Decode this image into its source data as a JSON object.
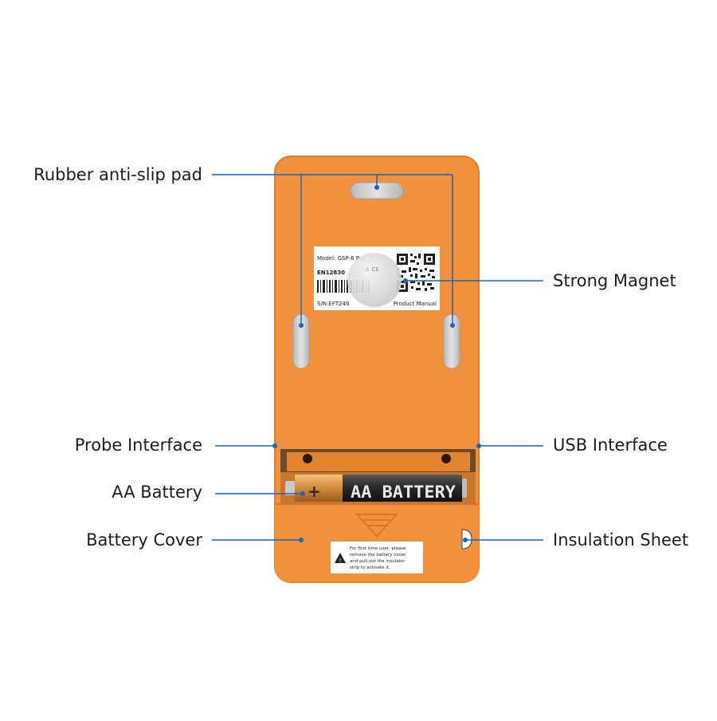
{
  "callouts": {
    "rubber_pad": "Rubber anti-slip pad",
    "strong_magnet": "Strong Magnet",
    "probe_interface": "Probe Interface",
    "usb_interface": "USB Interface",
    "aa_battery": "AA Battery",
    "battery_cover": "Battery Cover",
    "insulation_sheet": "Insulation Sheet"
  },
  "product_label": {
    "model": "Model: GSP-6 Pro",
    "standard": "EN12830",
    "serial": "S/N:EFT249",
    "manual": "Product Manual"
  },
  "battery": {
    "plus": "+",
    "text": "AA BATTERY"
  },
  "warning_sticker": {
    "lines": [
      "For first time user, please",
      "remove the battery cover",
      "and pull out the insulator",
      "strip to activate it."
    ]
  },
  "colors": {
    "device_orange": "#f1913c",
    "device_shadow": "#e2802d",
    "leader_line": "#1f63b5",
    "pad_gray": "#cfd0d2"
  }
}
